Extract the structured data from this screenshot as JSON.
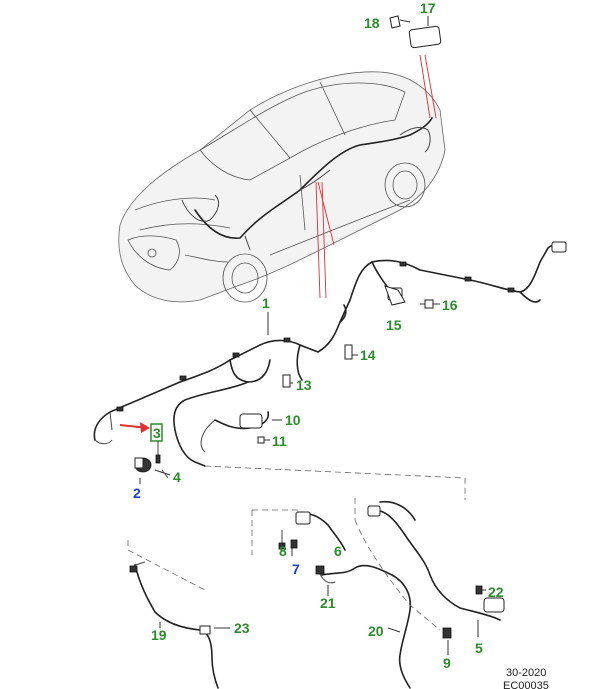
{
  "diagram": {
    "callouts": [
      {
        "id": "1",
        "label": "1",
        "color": "green"
      },
      {
        "id": "2",
        "label": "2",
        "color": "blue"
      },
      {
        "id": "3",
        "label": "3",
        "color": "green"
      },
      {
        "id": "4",
        "label": "4",
        "color": "green"
      },
      {
        "id": "5",
        "label": "5",
        "color": "green"
      },
      {
        "id": "6",
        "label": "6",
        "color": "green"
      },
      {
        "id": "7",
        "label": "7",
        "color": "blue"
      },
      {
        "id": "8",
        "label": "8",
        "color": "green"
      },
      {
        "id": "9",
        "label": "9",
        "color": "green"
      },
      {
        "id": "10",
        "label": "10",
        "color": "green"
      },
      {
        "id": "11",
        "label": "11",
        "color": "green"
      },
      {
        "id": "13",
        "label": "13",
        "color": "green"
      },
      {
        "id": "14",
        "label": "14",
        "color": "green"
      },
      {
        "id": "15",
        "label": "15",
        "color": "green"
      },
      {
        "id": "16",
        "label": "16",
        "color": "green"
      },
      {
        "id": "17",
        "label": "17",
        "color": "green"
      },
      {
        "id": "18",
        "label": "18",
        "color": "green"
      },
      {
        "id": "19",
        "label": "19",
        "color": "green"
      },
      {
        "id": "20",
        "label": "20",
        "color": "green"
      },
      {
        "id": "21",
        "label": "21",
        "color": "green"
      },
      {
        "id": "22",
        "label": "22",
        "color": "green"
      },
      {
        "id": "23",
        "label": "23",
        "color": "green"
      }
    ],
    "colors": {
      "green": "#2e8b2e",
      "blue": "#1f3fd6",
      "red": "#e03030"
    },
    "footer": {
      "code": "30-2020",
      "ref": "EC00035"
    }
  }
}
